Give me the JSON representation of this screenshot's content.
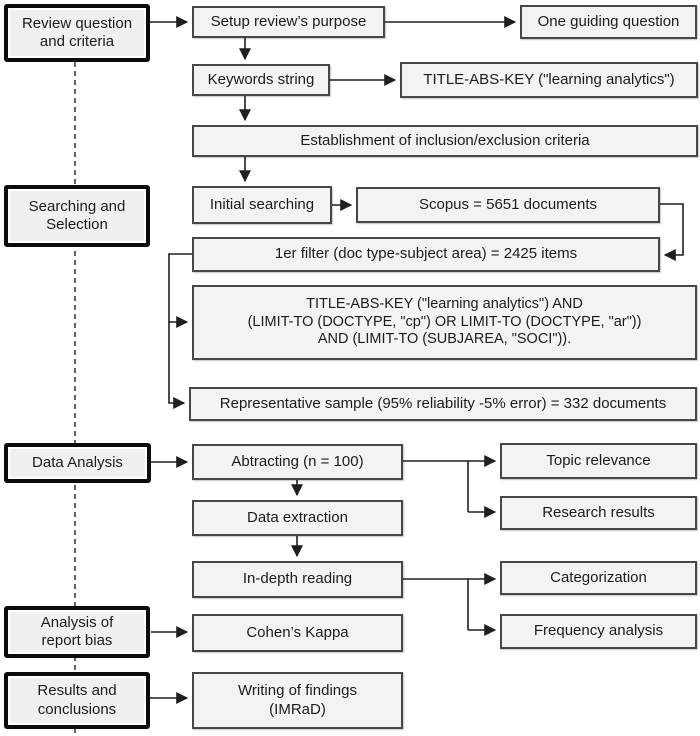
{
  "colors": {
    "background": "#ffffff",
    "box_fill": "#f3f3f3",
    "thin_border": "#474747",
    "bold_border": "#0c0c0c",
    "connector": "#1f1f1f",
    "text": "#1c1c1c"
  },
  "phases": {
    "review_question": "Review question\nand criteria",
    "searching_selection": "Searching and\nSelection",
    "data_analysis": "Data Analysis",
    "report_bias": "Analysis of\nreport bias",
    "results_conclusions": "Results and\nconclusions"
  },
  "steps": {
    "setup_purpose": "Setup review’s purpose",
    "one_guiding": "One guiding question",
    "keywords": "Keywords string",
    "title_abs_key": "TITLE-ABS-KEY (\"learning analytics\")",
    "establishment": "Establishment of inclusion/exclusion criteria",
    "initial_searching": "Initial searching",
    "scopus": "Scopus = 5651 documents",
    "first_filter": "1er filter (doc type-subject area) = 2425 items",
    "query": "TITLE-ABS-KEY (\"learning analytics\") AND\n(LIMIT-TO (DOCTYPE, \"cp\") OR LIMIT-TO (DOCTYPE, \"ar\"))\nAND (LIMIT-TO (SUBJAREA, \"SOCI\")).",
    "representative_sample": "Representative sample (95% reliability -5% error) = 332 documents",
    "abstracting": "Abtracting (n = 100)",
    "topic_relevance": "Topic relevance",
    "research_results": "Research results",
    "data_extraction": "Data extraction",
    "in_depth_reading": "In-depth reading",
    "categorization": "Categorization",
    "cohens_kappa": "Cohen’s Kappa",
    "frequency_analysis": "Frequency analysis",
    "writing_findings": "Writing of findings\n(IMRaD)"
  }
}
